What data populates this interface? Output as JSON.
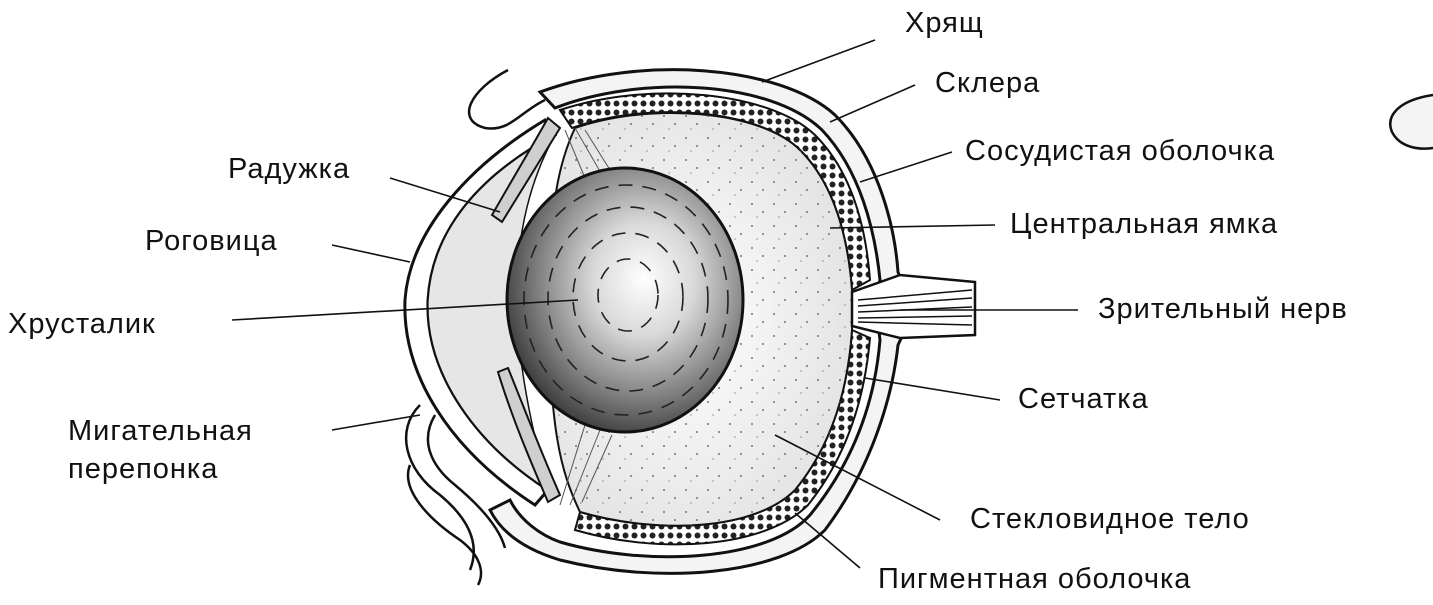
{
  "labels": {
    "khryashch": "Хрящ",
    "sklera": "Склера",
    "sosudistaya": "Сосудистая оболочка",
    "tsentralnaya_yamka": "Центральная ямка",
    "zritelny_nerv": "Зрительный нерв",
    "setchatka": "Сетчатка",
    "steklovidnoe": "Стекловидное тело",
    "pigmentnaya": "Пигментная оболочка",
    "raduzhka": "Радужка",
    "rogovitsa": "Роговица",
    "khrustalik": "Хрусталик",
    "migatelnaya_1": "Мигательная",
    "migatelnaya_2": "перепонка"
  },
  "colors": {
    "line": "#111111",
    "vitreous": "#e9e9e9",
    "cornea_fill": "#e4e4e4",
    "lens_light": "#ffffff",
    "lens_dark": "#3a3a3a"
  }
}
